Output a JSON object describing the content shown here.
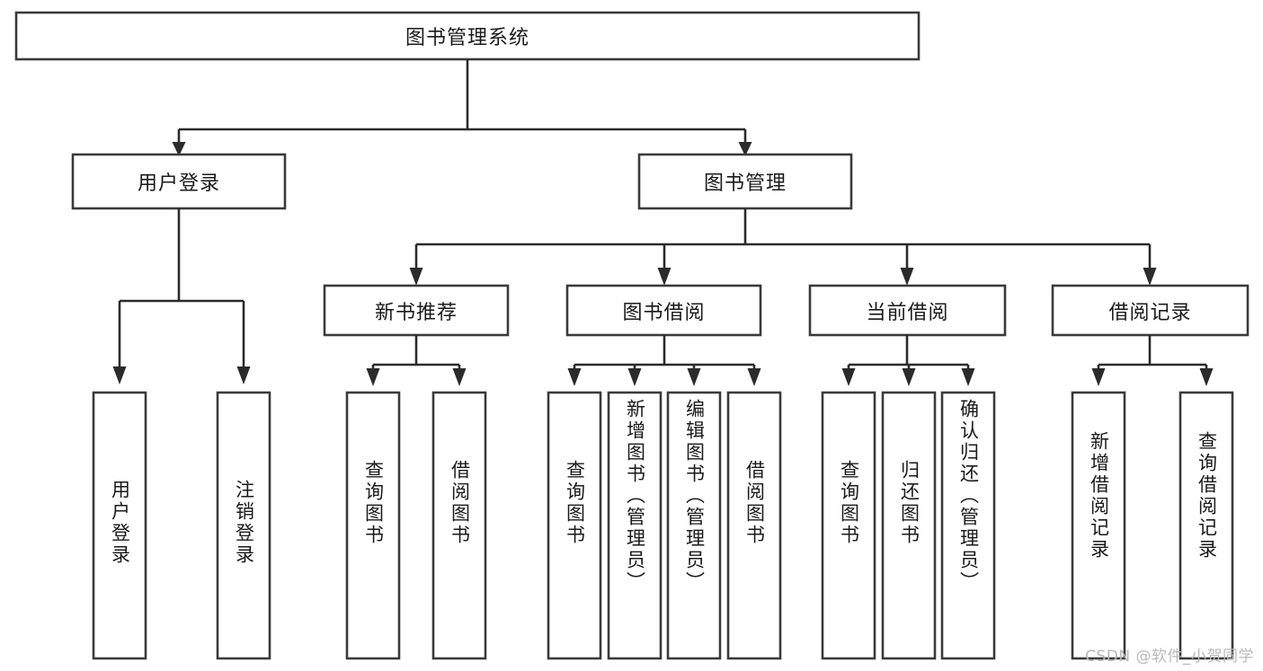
{
  "diagram": {
    "title": "图书管理系统",
    "type": "tree-hierarchy-functional-decomposition",
    "watermark": "CSDN @软件_小贺同学",
    "colors": {
      "box_fill": "#ffffff",
      "box_stroke": "#3a3a3a",
      "connector": "#2b2b2b",
      "text": "#1a1a1a",
      "watermark": "#b9b9b9",
      "background": "#ffffff"
    },
    "levels": {
      "level1": {
        "label": "图书管理系统"
      },
      "level2": [
        {
          "label": "用户登录"
        },
        {
          "label": "图书管理"
        }
      ],
      "level3": [
        {
          "label": "新书推荐"
        },
        {
          "label": "图书借阅"
        },
        {
          "label": "当前借阅"
        },
        {
          "label": "借阅记录"
        }
      ]
    },
    "nodes": {
      "root": "图书管理系统",
      "user_login": "用户登录",
      "book_manage": "图书管理",
      "new_book_rec": "新书推荐",
      "book_borrow": "图书借阅",
      "current_borrow": "当前借阅",
      "borrow_record": "借阅记录"
    },
    "leaves": {
      "user_login_children": [
        {
          "label": "用户登录"
        },
        {
          "label": "注销登录"
        }
      ],
      "new_book_rec_children": [
        {
          "label": "查询图书"
        },
        {
          "label": "借阅图书"
        }
      ],
      "book_borrow_children": [
        {
          "label": "查询图书"
        },
        {
          "label": "新增图书（管理员）"
        },
        {
          "label": "编辑图书（管理员）"
        },
        {
          "label": "借阅图书"
        }
      ],
      "current_borrow_children": [
        {
          "label": "查询图书"
        },
        {
          "label": "归还图书"
        },
        {
          "label": "确认归还（管理员）"
        }
      ],
      "borrow_record_children": [
        {
          "label": "新增借阅记录"
        },
        {
          "label": "查询借阅记录"
        }
      ]
    }
  }
}
